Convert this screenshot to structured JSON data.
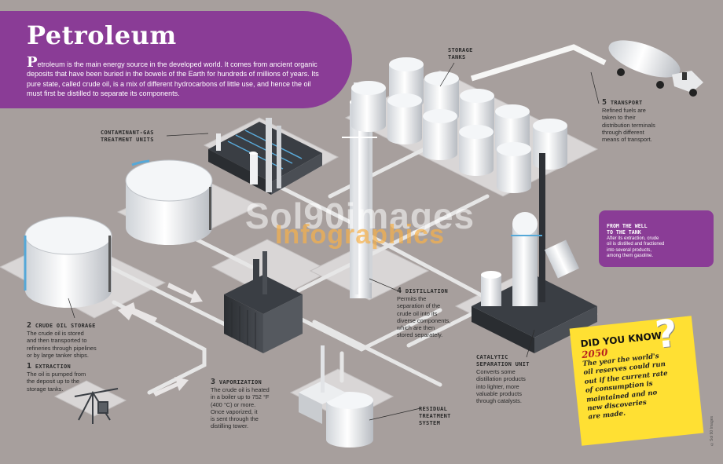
{
  "header": {
    "title": "Petroleum",
    "intro_dropcap": "P",
    "intro_rest": "etroleum is the main energy source in the developed world. It comes from ancient organic deposits that have been buried in the bowels of the Earth for hundreds of millions of years. Its pure state, called crude oil, is a mix of different hydrocarbons of little use, and hence the oil must first be distilled to separate its components."
  },
  "labels": {
    "storage_tanks": [
      "STORAGE",
      "TANKS"
    ],
    "contaminant": [
      "CONTAMINANT-GAS",
      "TREATMENT UNITS"
    ],
    "residual": [
      "RESIDUAL",
      "TREATMENT",
      "SYSTEM"
    ]
  },
  "steps": {
    "s1": {
      "num": "1",
      "title": "EXTRACTION",
      "text": [
        "The oil is pumped from",
        "the deposit up to the",
        "storage tanks."
      ]
    },
    "s2": {
      "num": "2",
      "title": "CRUDE OIL STORAGE",
      "text": [
        "The crude oil is stored",
        "and then transported to",
        "refineries through pipelines",
        "or by large tanker ships."
      ]
    },
    "s3": {
      "num": "3",
      "title": "VAPORIZATION",
      "text": [
        "The crude oil is heated",
        "in a boiler up to 752 °F",
        "(400 °C) or more.",
        "Once vaporized, it",
        "is sent through the",
        "distilling tower."
      ]
    },
    "s4": {
      "num": "4",
      "title": "DISTILLATION",
      "text": [
        "Permits the",
        "separation of the",
        "crude oil into its",
        "diverse components,",
        "which are then",
        "stored separately."
      ]
    },
    "s5": {
      "num": "5",
      "title": "TRANSPORT",
      "text": [
        "Refined fuels are",
        "taken to their",
        "distribution terminals",
        "through different",
        "means of transport."
      ]
    },
    "catalytic": {
      "title": [
        "CATALYTIC",
        "SEPARATION UNIT"
      ],
      "text": [
        "Converts some",
        "distillation products",
        "into lighter, more",
        "valuable products",
        "through catalysts."
      ]
    }
  },
  "sidebar": {
    "title": [
      "FROM THE WELL",
      "TO THE TANK"
    ],
    "text": [
      "After its extraction, crude",
      "oil is distilled and fractioned",
      "into several products,",
      "among them gasoline."
    ]
  },
  "did_you_know": {
    "title": "DID YOU KNOW",
    "qmark": "?",
    "year": "2050",
    "text": [
      "The year the world's",
      "oil reserves could run",
      "out if the current rate",
      "of consumption is",
      "maintained and no",
      "new discoveries",
      "are made."
    ]
  },
  "watermark": {
    "line1": "Sol90images",
    "line2": "Infographics"
  },
  "credit": "©Sol 90 Images",
  "colors": {
    "header_purple": "#8a3c96",
    "dyk_yellow": "#ffe033",
    "background": "#a79f9d",
    "year_red": "#b8231e"
  }
}
